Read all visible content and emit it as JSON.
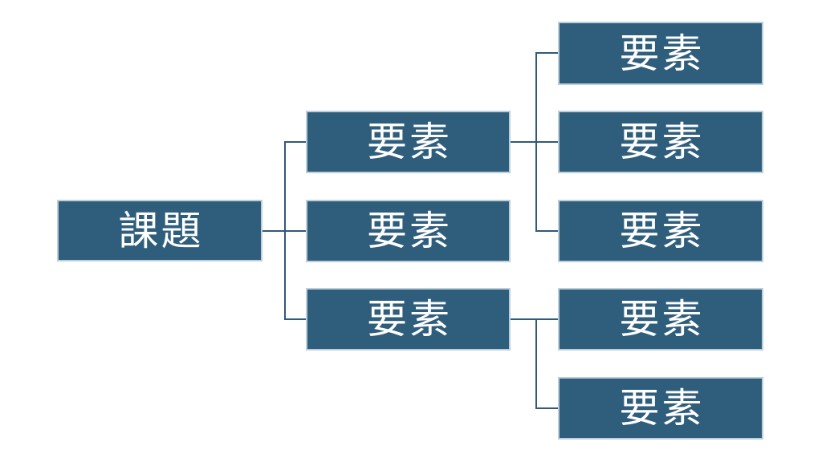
{
  "diagram_type": "hierarchy-tree",
  "colors": {
    "box_fill": "#2F5D7C",
    "box_border": "#BCCFDB",
    "connector": "#31597B",
    "text": "#FFFFFF",
    "background": "#FFFFFF"
  },
  "tree": {
    "root": {
      "label": "課題",
      "children": [
        {
          "label": "要素",
          "children": [
            {
              "label": "要素"
            },
            {
              "label": "要素"
            },
            {
              "label": "要素"
            }
          ]
        },
        {
          "label": "要素",
          "children": []
        },
        {
          "label": "要素",
          "children": [
            {
              "label": "要素"
            },
            {
              "label": "要素"
            }
          ]
        }
      ]
    }
  }
}
